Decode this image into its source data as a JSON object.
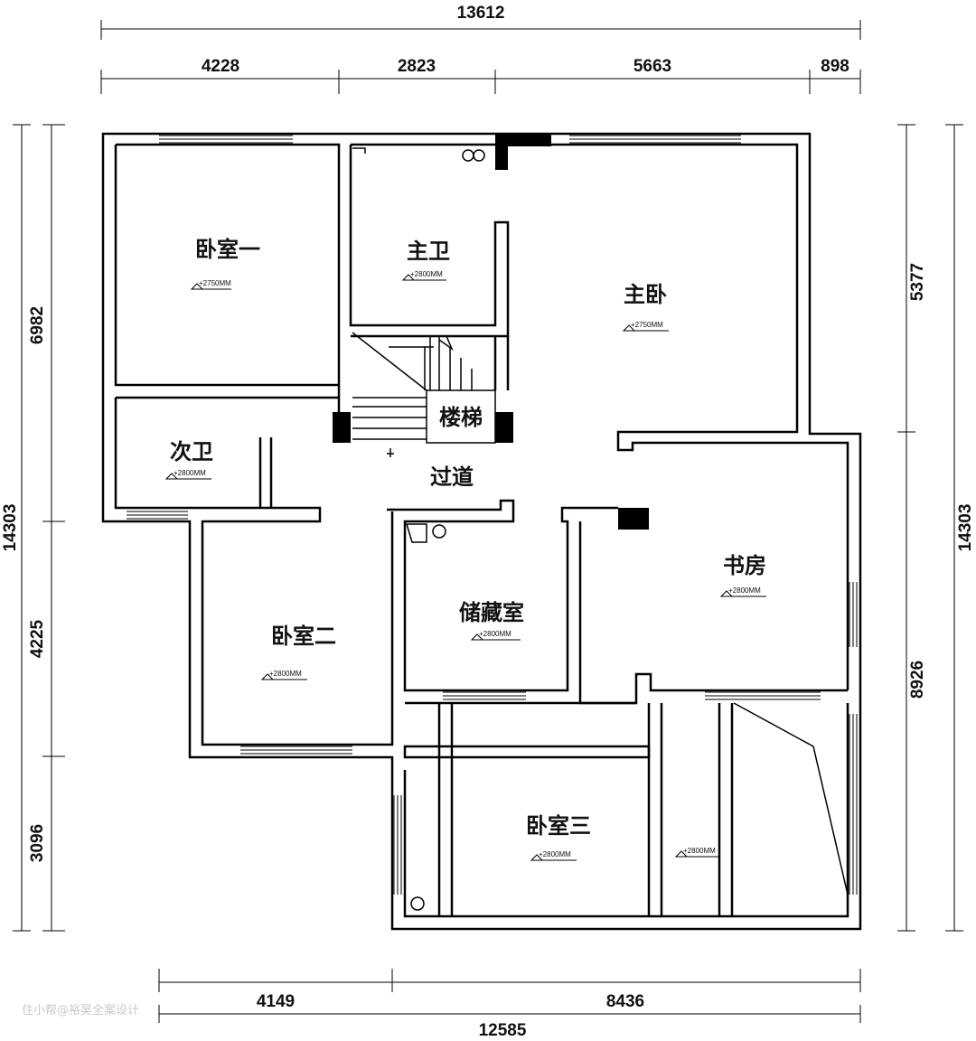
{
  "dimensions": {
    "top_total": "13612",
    "top_segments": [
      "4228",
      "2823",
      "5663",
      "898"
    ],
    "left_total": "14303",
    "left_segments": [
      "6982",
      "4225",
      "3096"
    ],
    "right_total": "14303",
    "right_segments": [
      "5377",
      "8926"
    ],
    "bottom_segments": [
      "4149",
      "8436"
    ],
    "bottom_total": "12585"
  },
  "rooms": {
    "bedroom1": {
      "label": "卧室一",
      "elevation": "+2750MM"
    },
    "master_bath": {
      "label": "主卫",
      "elevation": "+2800MM"
    },
    "master_bedroom": {
      "label": "主卧",
      "elevation": "+2750MM"
    },
    "stairs": {
      "label": "楼梯"
    },
    "second_bath": {
      "label": "次卫",
      "elevation": "+2800MM"
    },
    "corridor": {
      "label": "过道"
    },
    "study": {
      "label": "书房",
      "elevation": "+2800MM"
    },
    "storage": {
      "label": "储藏室",
      "elevation": "+2800MM"
    },
    "bedroom2": {
      "label": "卧室二",
      "elevation": "+2800MM"
    },
    "bedroom3": {
      "label": "卧室三",
      "elevation": "+2800MM"
    },
    "balcony": {
      "elevation": "+2800MM"
    }
  },
  "watermark": "住小帮@裕昊全案设计"
}
